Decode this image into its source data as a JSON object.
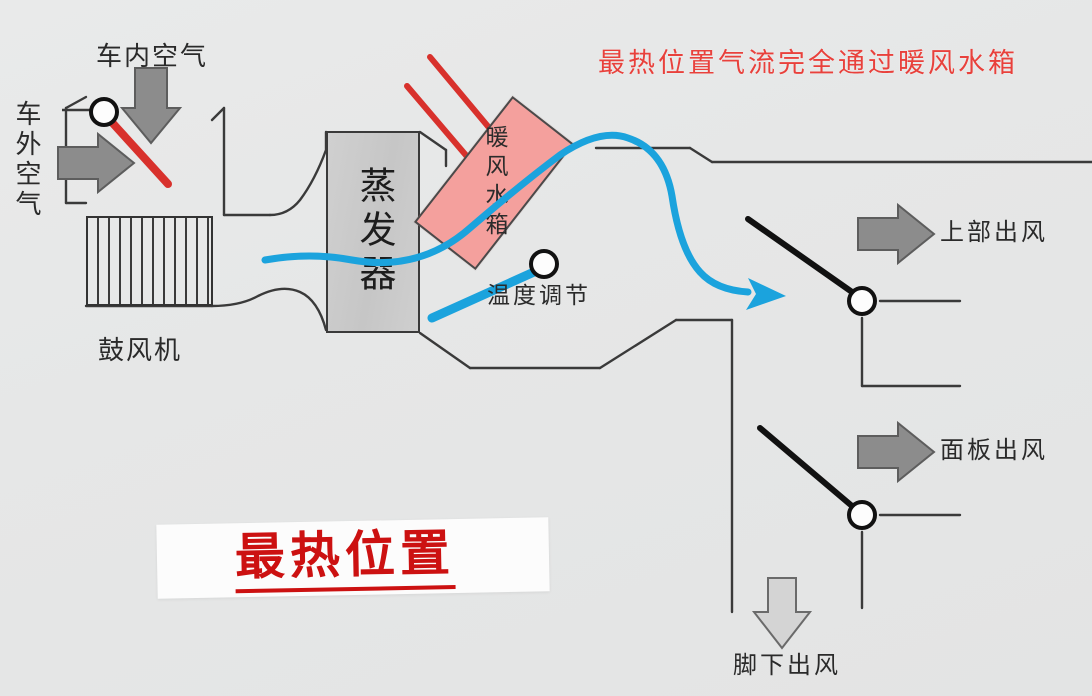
{
  "diagram": {
    "title": "最热位置气流完全通过暖风水箱",
    "caption": "最热位置",
    "background_color": "#e6e7e7",
    "accent_red": "#e8413c",
    "caption_red": "#cc1111",
    "airflow_blue": "#1ba3dd",
    "heater_core_color": "#f4a09d",
    "evaporator_color": "#c8c8c8",
    "labels": {
      "cabin_air": "车内空气",
      "outside_air": "车外空气",
      "blower": "鼓风机",
      "evaporator": "蒸发器",
      "heater_core": "暖风水箱",
      "temperature_adjust": "温度调节",
      "upper_vent": "上部出风",
      "panel_vent": "面板出风",
      "foot_vent": "脚下出风"
    },
    "icons": {
      "cabin_air_arrow": "arrow-down-solid",
      "outside_air_arrow": "arrow-right-solid",
      "upper_vent_arrow": "arrow-right-solid",
      "panel_vent_arrow": "arrow-right-solid",
      "foot_vent_arrow": "arrow-down-hollow",
      "airflow_arrow": "arrow-blue",
      "recirc_damper": "damper-red",
      "temp_damper": "damper-blue",
      "upper_damper": "damper-black",
      "panel_damper": "damper-black"
    },
    "dampers": [
      {
        "name": "recirculation-damper",
        "color": "#d8312c",
        "pivot": [
          104,
          112
        ]
      },
      {
        "name": "temperature-damper",
        "color": "#1ba3dd",
        "pivot": [
          544,
          264
        ]
      },
      {
        "name": "upper-vent-damper",
        "color": "#111111",
        "pivot": [
          862,
          301
        ]
      },
      {
        "name": "panel-vent-damper",
        "color": "#111111",
        "pivot": [
          862,
          515
        ]
      }
    ]
  },
  "chart_data": {
    "type": "diagram",
    "title": "最热位置气流完全通过暖风水箱",
    "subtitle": "最热位置",
    "components": [
      {
        "name": "车外空气",
        "role": "inlet",
        "flow": "outside-air"
      },
      {
        "name": "车内空气",
        "role": "inlet",
        "flow": "cabin-air"
      },
      {
        "name": "鼓风机",
        "role": "blower"
      },
      {
        "name": "蒸发器",
        "role": "evaporator"
      },
      {
        "name": "暖风水箱",
        "role": "heater-core"
      },
      {
        "name": "温度调节",
        "role": "temperature-blend-door"
      },
      {
        "name": "上部出风",
        "role": "outlet"
      },
      {
        "name": "面板出风",
        "role": "outlet"
      },
      {
        "name": "脚下出风",
        "role": "outlet"
      }
    ],
    "airflow_path": "鼓风机 → 蒸发器 → 暖风水箱 → 出风口"
  }
}
